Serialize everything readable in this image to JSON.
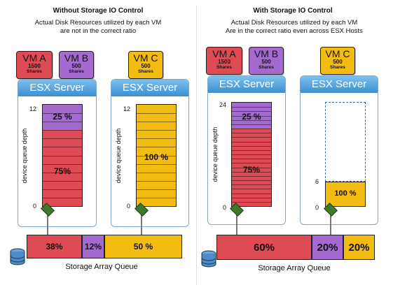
{
  "colors": {
    "red": "#df4b55",
    "purple": "#a46ad0",
    "yellow": "#f2bc12",
    "blue": "#3b8fd2"
  },
  "left": {
    "title": "Without Storage IO Control",
    "subtitle_line1": "Actual Disk Resources utilized by each VM",
    "subtitle_line2": "are not in the correct ratio",
    "vm_a": {
      "name": "VM A",
      "shares": "1500",
      "shares_label": "Shares"
    },
    "vm_b": {
      "name": "VM B",
      "shares": "500",
      "shares_label": "Shares"
    },
    "vm_c": {
      "name": "VM C",
      "shares": "500",
      "shares_label": "Shares"
    },
    "server1": {
      "title": "ESX Server",
      "axis_label": "device queue depth",
      "tick_top": "12",
      "tick_bottom": "0",
      "top_pct": "25 %",
      "bottom_pct": "75%"
    },
    "server2": {
      "title": "ESX Server",
      "axis_label": "device queue depth",
      "tick_top": "12",
      "tick_bottom": "0",
      "pct": "100 %"
    },
    "array": {
      "seg1": "38%",
      "seg2": "12%",
      "seg3": "50 %",
      "label": "Storage Array Queue"
    }
  },
  "right": {
    "title": "With Storage IO Control",
    "subtitle_line1": "Actual Disk Resources utilized by each VM",
    "subtitle_line2": "Are in the correct ratio even across ESX Hosts",
    "vm_a": {
      "name": "VM A",
      "shares": "1500",
      "shares_label": "Shares"
    },
    "vm_b": {
      "name": "VM B",
      "shares": "500",
      "shares_label": "Shares"
    },
    "vm_c": {
      "name": "VM C",
      "shares": "500",
      "shares_label": "Shares"
    },
    "server1": {
      "title": "ESX Server",
      "axis_label": "device queue depth",
      "tick_top": "24",
      "tick_bottom": "0",
      "top_pct": "25 %",
      "bottom_pct": "75%"
    },
    "server2": {
      "title": "ESX Server",
      "tick_mid": "6",
      "tick_bottom": "0",
      "pct": "100 %"
    },
    "array": {
      "seg1": "60%",
      "seg2": "20%",
      "seg3": "20%",
      "label": "Storage Array Queue"
    }
  }
}
